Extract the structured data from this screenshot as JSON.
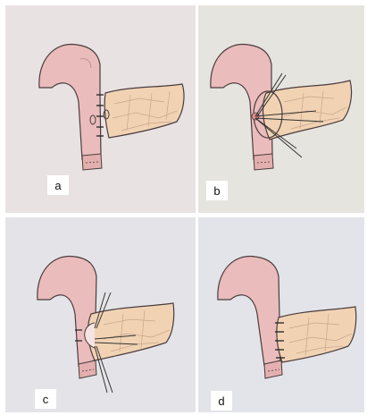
{
  "panels": [
    {
      "label": "a"
    },
    {
      "label": "b"
    },
    {
      "label": "c"
    },
    {
      "label": "d"
    }
  ],
  "colors": {
    "stomach": "#ebbcbc",
    "stomach_outline": "#4a3c3c",
    "pancreas": "#f1d3b4",
    "pancreas_lines": "#c9a48a",
    "suture": "#222222",
    "duct": "#e58c8c"
  }
}
